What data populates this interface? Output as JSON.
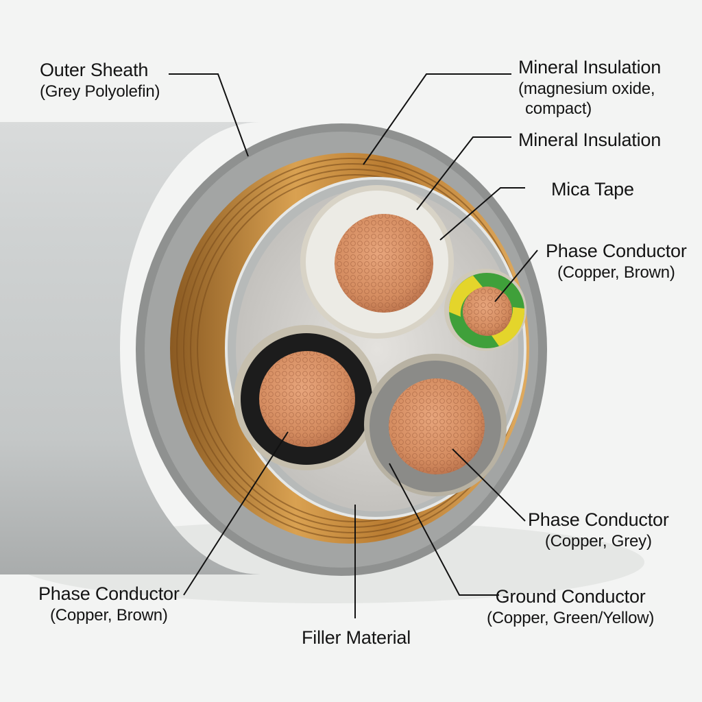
{
  "labels": {
    "outer_sheath": {
      "title": "Outer Sheath",
      "detail": "(Grey Polyolefin)"
    },
    "mineral_insulation_compact": {
      "title": "Mineral Insulation",
      "detail_1": "(magnesium oxide,",
      "detail_2": "compact)"
    },
    "mineral_insulation": {
      "title": "Mineral Insulation"
    },
    "mica_tape": {
      "title": "Mica Tape"
    },
    "phase_conductor_brown_right": {
      "title": "Phase Conductor",
      "detail": "(Copper, Brown)"
    },
    "phase_conductor_grey": {
      "title": "Phase Conductor",
      "detail": "(Copper, Grey)"
    },
    "ground_conductor": {
      "title": "Ground Conductor",
      "detail": "(Copper, Green/Yellow)"
    },
    "filler_material": {
      "title": "Filler Material"
    },
    "phase_conductor_brown_left": {
      "title": "Phase Conductor",
      "detail": "(Copper, Brown)"
    }
  },
  "colors": {
    "background": "#f3f4f3",
    "sheath_grey": "#c9cccc",
    "sheath_rim": "#8e908f",
    "copper_tape": "#c98a3a",
    "copper_conductor": "#d99468",
    "white_insulation": "#ecebe5",
    "black_insulation": "#1c1c1c",
    "grey_insulation": "#8b8b88",
    "earth_green": "#3fa03a",
    "earth_yellow": "#e4d52b",
    "leader_line": "#111111"
  }
}
